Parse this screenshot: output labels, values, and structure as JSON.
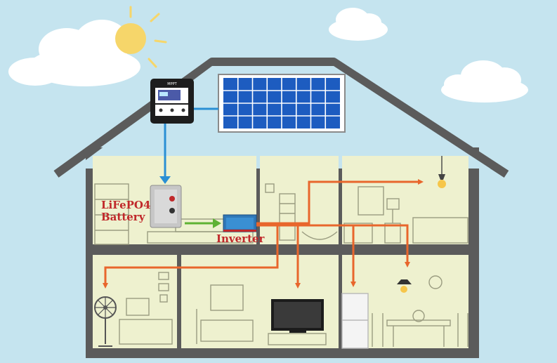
{
  "labels": {
    "battery_line1": "LiFePO4",
    "battery_line2": "Battery",
    "inverter": "Inverter",
    "controller_brand": "MPPT"
  },
  "colors": {
    "sky": "#c5e4ef",
    "wall": "#eef1cf",
    "house_frame": "#5b5b5b",
    "solar_link": "#2a8fd4",
    "charge_arrow": "#5fb233",
    "ac_wiring": "#e8662c",
    "label_text": "#c0282a",
    "panel_cell": "#1d5cc0"
  },
  "icons": {
    "sun": "sun-icon",
    "controller": "charge-controller-icon",
    "panel": "solar-panel-icon",
    "battery": "battery-icon",
    "inverter": "inverter-icon",
    "lamp": "pendant-lamp-icon",
    "fan": "fan-icon",
    "tv": "tv-icon",
    "fridge": "fridge-icon"
  }
}
